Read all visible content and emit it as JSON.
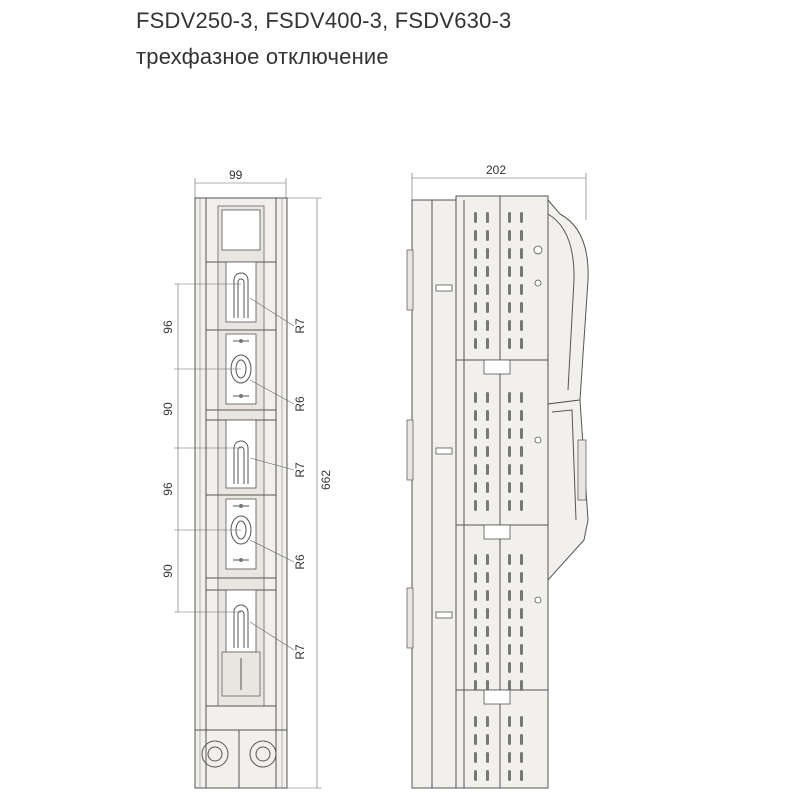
{
  "header": {
    "title": "FSDV250-3, FSDV400-3, FSDV630-3",
    "subtitle": "трехфазное отключение"
  },
  "front_view": {
    "width_label": "99",
    "height_label": "662",
    "pitch_labels": [
      "96",
      "90",
      "96",
      "90"
    ],
    "radius_labels": [
      "R7",
      "R6",
      "R7",
      "R6",
      "R7"
    ]
  },
  "side_view": {
    "width_label": "202"
  }
}
